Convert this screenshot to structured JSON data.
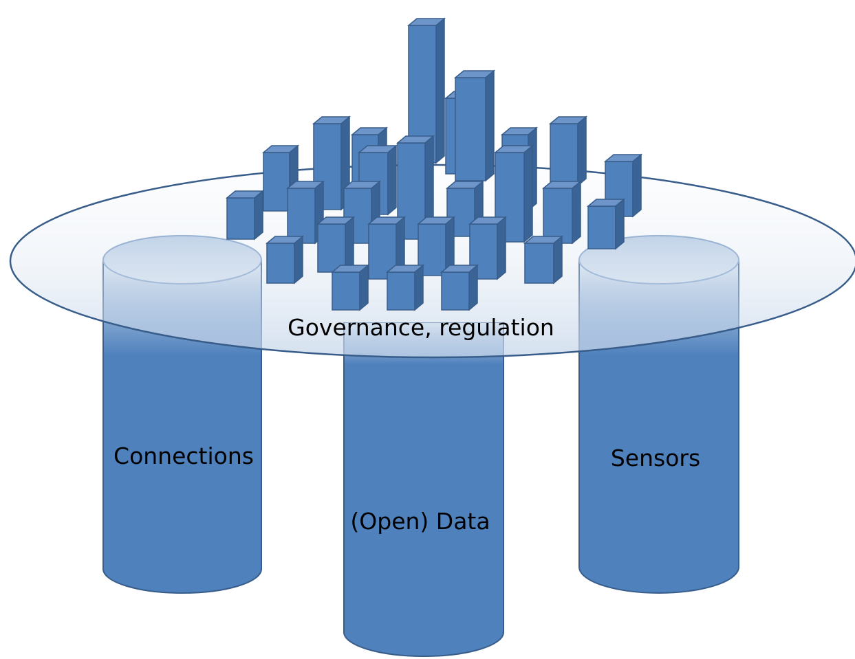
{
  "platform": {
    "label": "Governance, regulation"
  },
  "pillars": [
    {
      "label": "Connections"
    },
    {
      "label": "(Open) Data"
    },
    {
      "label": "Sensors"
    }
  ],
  "colors": {
    "pillar_fill": "#4f81bd",
    "pillar_stroke": "#385d8a",
    "pillar_top": "#b9cde5",
    "platform_fill": "#dbe5f1",
    "platform_stroke": "#385d8a",
    "block_front": "#4f81bd",
    "block_side": "#3a6396",
    "block_top": "#6d95c9"
  }
}
